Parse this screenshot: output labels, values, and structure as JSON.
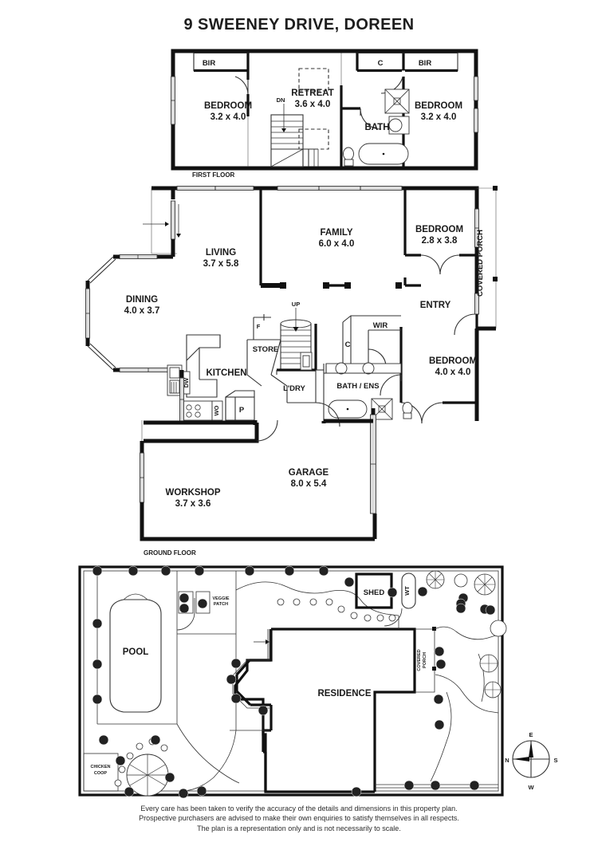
{
  "document": {
    "title": "9 SWEENEY DRIVE, DOREEN",
    "type": "property-floor-plan"
  },
  "floors": [
    {
      "id": "first-floor",
      "label": "FIRST FLOOR",
      "rooms": [
        {
          "name": "BEDROOM",
          "dims": "3.2 x 4.0"
        },
        {
          "name": "RETREAT",
          "dims": "3.6 x 4.0"
        },
        {
          "name": "BATH",
          "dims": ""
        },
        {
          "name": "BEDROOM",
          "dims": "3.2 x 4.0"
        }
      ],
      "annotations": [
        {
          "code": "BIR",
          "meaning": "built-in-robe-left"
        },
        {
          "code": "C",
          "meaning": "cupboard"
        },
        {
          "code": "BIR",
          "meaning": "built-in-robe-right"
        },
        {
          "code": "DN",
          "meaning": "stairs-down"
        }
      ]
    },
    {
      "id": "ground-floor",
      "label": "GROUND FLOOR",
      "rooms": [
        {
          "name": "LIVING",
          "dims": "3.7 x 5.8"
        },
        {
          "name": "DINING",
          "dims": "4.0 x 3.7"
        },
        {
          "name": "FAMILY",
          "dims": "6.0 x 4.0"
        },
        {
          "name": "BEDROOM",
          "dims": "2.8 x 3.8"
        },
        {
          "name": "BEDROOM",
          "dims": "4.0 x 4.0"
        },
        {
          "name": "KITCHEN",
          "dims": ""
        },
        {
          "name": "L'DRY",
          "dims": ""
        },
        {
          "name": "STORE",
          "dims": ""
        },
        {
          "name": "ENTRY",
          "dims": ""
        },
        {
          "name": "WIR",
          "dims": ""
        },
        {
          "name": "BATH / ENS",
          "dims": ""
        },
        {
          "name": "GARAGE",
          "dims": "8.0 x 5.4"
        },
        {
          "name": "WORKSHOP",
          "dims": "3.7 x 3.6"
        },
        {
          "name": "COVERED PORCH",
          "dims": ""
        }
      ],
      "annotations": [
        {
          "code": "UP",
          "meaning": "stairs-up"
        },
        {
          "code": "F",
          "meaning": "fridge"
        },
        {
          "code": "DW",
          "meaning": "dishwasher"
        },
        {
          "code": "WO",
          "meaning": "wall-oven"
        },
        {
          "code": "P",
          "meaning": "pantry"
        },
        {
          "code": "C",
          "meaning": "cupboard"
        }
      ]
    },
    {
      "id": "site-plan",
      "label": "",
      "features": [
        {
          "name": "POOL"
        },
        {
          "name": "VEGGIE PATCH"
        },
        {
          "name": "SHED"
        },
        {
          "name": "WT"
        },
        {
          "name": "RESIDENCE"
        },
        {
          "name": "COVERED PORCH"
        },
        {
          "name": "CHICKEN COOP"
        }
      ]
    }
  ],
  "labels": {
    "first_floor": "FIRST FLOOR",
    "ground_floor": "GROUND FLOOR",
    "bir_left": "BIR",
    "bir_right": "BIR",
    "c_first": "C",
    "dn": "DN",
    "up": "UP",
    "f": "F",
    "dw": "DW",
    "wo": "WO",
    "p": "P",
    "c_ground": "C",
    "bedroom_fl": "BEDROOM",
    "bedroom_fl_dims": "3.2 x 4.0",
    "bedroom_fr": "BEDROOM",
    "bedroom_fr_dims": "3.2 x 4.0",
    "retreat": "RETREAT",
    "retreat_dims": "3.6 x 4.0",
    "bath": "BATH",
    "living": "LIVING",
    "living_dims": "3.7 x 5.8",
    "dining": "DINING",
    "dining_dims": "4.0 x 3.7",
    "family": "FAMILY",
    "family_dims": "6.0 x 4.0",
    "bedroom_g1": "BEDROOM",
    "bedroom_g1_dims": "2.8 x 3.8",
    "bedroom_g2": "BEDROOM",
    "bedroom_g2_dims": "4.0 x 4.0",
    "covered_porch": "COVERED PORCH",
    "entry": "ENTRY",
    "wir": "WIR",
    "bath_ens": "BATH / ENS",
    "kitchen": "KITCHEN",
    "ldry": "L'DRY",
    "store": "STORE",
    "garage": "GARAGE",
    "garage_dims": "8.0 x 5.4",
    "workshop": "WORKSHOP",
    "workshop_dims": "3.7 x 3.6",
    "pool": "POOL",
    "veggie_patch_1": "VEGGIE",
    "veggie_patch_2": "PATCH",
    "shed": "SHED",
    "wt": "WT",
    "residence": "RESIDENCE",
    "site_covered_porch_1": "COVERED",
    "site_covered_porch_2": "PORCH",
    "chicken_coop_1": "CHICKEN",
    "chicken_coop_2": "COOP"
  },
  "compass": {
    "north": "N",
    "east": "E",
    "south": "S",
    "west": "W"
  },
  "disclaimer": {
    "line1": "Every care has been taken to verify the accuracy of the details and dimensions in this property plan.",
    "line2": "Prospective purchasers are advised to make their own enquiries to satisfy themselves in all respects.",
    "line3": "The plan is a representation only and is not necessarily to scale."
  },
  "colors": {
    "wall": "#111111",
    "thin": "#333333",
    "fill": "#ffffff",
    "window": "#d8d8d8",
    "text": "#1a1a1a",
    "background": "#ffffff"
  }
}
